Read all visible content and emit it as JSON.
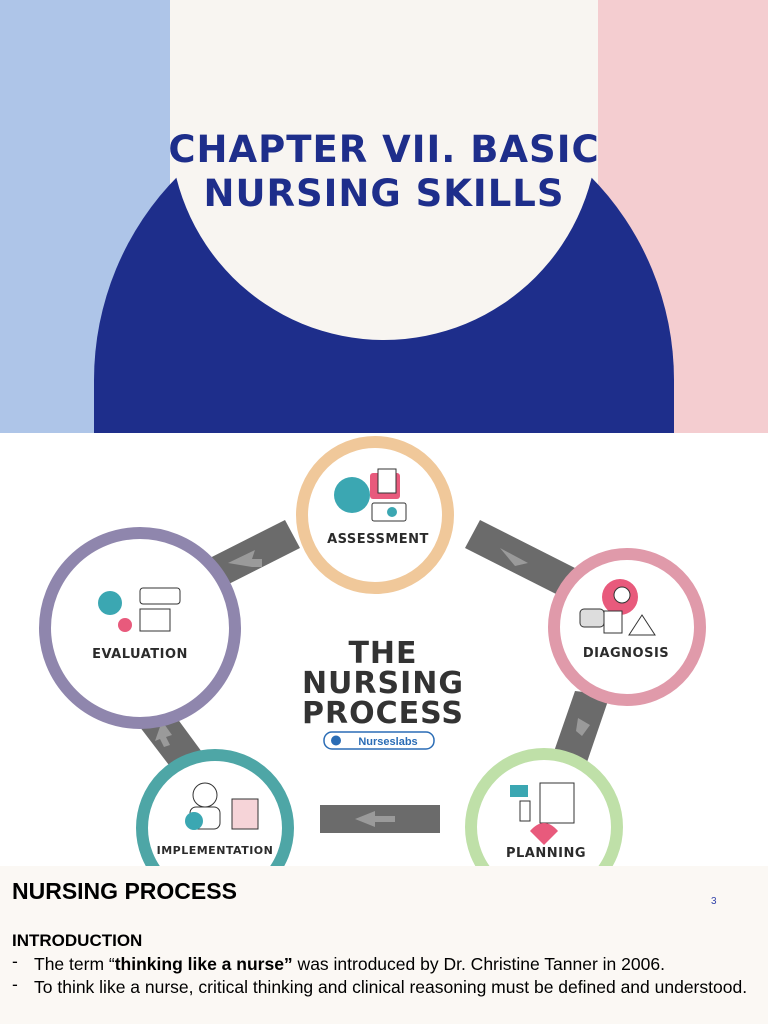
{
  "slide1": {
    "title": "CHAPTER VII. BASIC\nNURSING SKILLS",
    "colors": {
      "left_panel": "#aec5e8",
      "right_panel": "#f4cdd0",
      "arch": "#1e2e8b",
      "circle": "#f8f5f1",
      "title": "#1e2e8b"
    }
  },
  "slide2": {
    "center_title": [
      "THE",
      "NURSING",
      "PROCESS"
    ],
    "logo_text": "Nurseslabs",
    "stages": [
      {
        "label": "ASSESSMENT",
        "color": "#f0c89a",
        "icon": "assessment-icon"
      },
      {
        "label": "DIAGNOSIS",
        "color": "#e09aaa",
        "icon": "diagnosis-icon"
      },
      {
        "label": "PLANNING",
        "color": "#bfe0a8",
        "icon": "planning-icon"
      },
      {
        "label": "IMPLEMENTATION",
        "color": "#4ea6a6",
        "icon": "implementation-icon"
      },
      {
        "label": "EVALUATION",
        "color": "#8f86ad",
        "icon": "evaluation-icon"
      }
    ]
  },
  "slide3": {
    "heading": "NURSING PROCESS",
    "page_number": "3",
    "subheading": "INTRODUCTION",
    "bullets": [
      {
        "dash": "-",
        "before": "The term “",
        "bold": "thinking like a nurse”",
        "after": " was introduced by Dr. Christine Tanner in 2006."
      },
      {
        "dash": "-",
        "text": "To think like a nurse, critical thinking and clinical reasoning must be defined and understood."
      }
    ],
    "colors": {
      "page_number": "#3344aa"
    }
  }
}
